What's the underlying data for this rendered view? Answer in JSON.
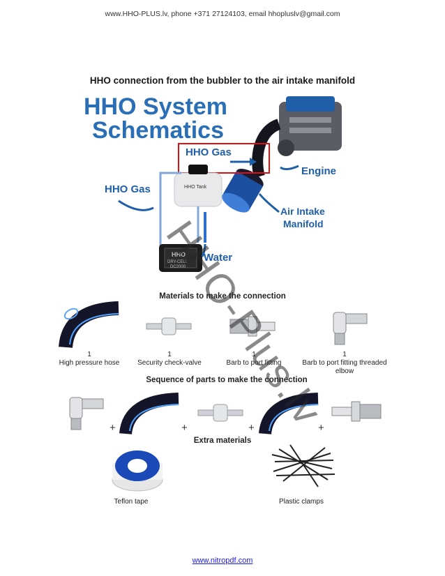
{
  "header": {
    "text": "www.HHO-PLUS.lv, phone +371 27124103, email hhopluslv@gmail.com"
  },
  "title": "HHO connection from the bubbler to the air intake manifold",
  "schematic": {
    "heading_line1": "HHO System",
    "heading_line2": "Schematics",
    "labels": {
      "hho_gas_top": "HHO Gas",
      "hho_gas_left": "HHO Gas",
      "hho_tank": "HHO Tank",
      "engine": "Engine",
      "air_intake_line1": "Air Intake",
      "air_intake_line2": "Manifold",
      "water": "Water",
      "dry_cell_line1": "HHO",
      "dry_cell_line2": "DRY-CELL",
      "dry_cell_line3": "DC2000"
    }
  },
  "materials": {
    "heading": "Materials to make the connection",
    "items": [
      {
        "qty": "1",
        "name": "High pressure hose"
      },
      {
        "qty": "1",
        "name": "Security check-valve"
      },
      {
        "qty": "1",
        "name": "Barb to port fitting"
      },
      {
        "qty": "1",
        "name": "Barb to port fitting threaded elbow"
      }
    ]
  },
  "sequence": {
    "heading": "Sequence of parts to make the connection",
    "plus": "+"
  },
  "extra": {
    "heading": "Extra materials",
    "items": [
      "Teflon tape",
      "Plastic clamps"
    ]
  },
  "watermark": "HHO-Plus.lv",
  "footer": {
    "link": "www.nitropdf.com"
  },
  "colors": {
    "accent_blue": "#1f5fa8",
    "arrow_red": "#d11",
    "hose_dark": "#15152a",
    "hose_stripe": "#4fa3ff"
  }
}
